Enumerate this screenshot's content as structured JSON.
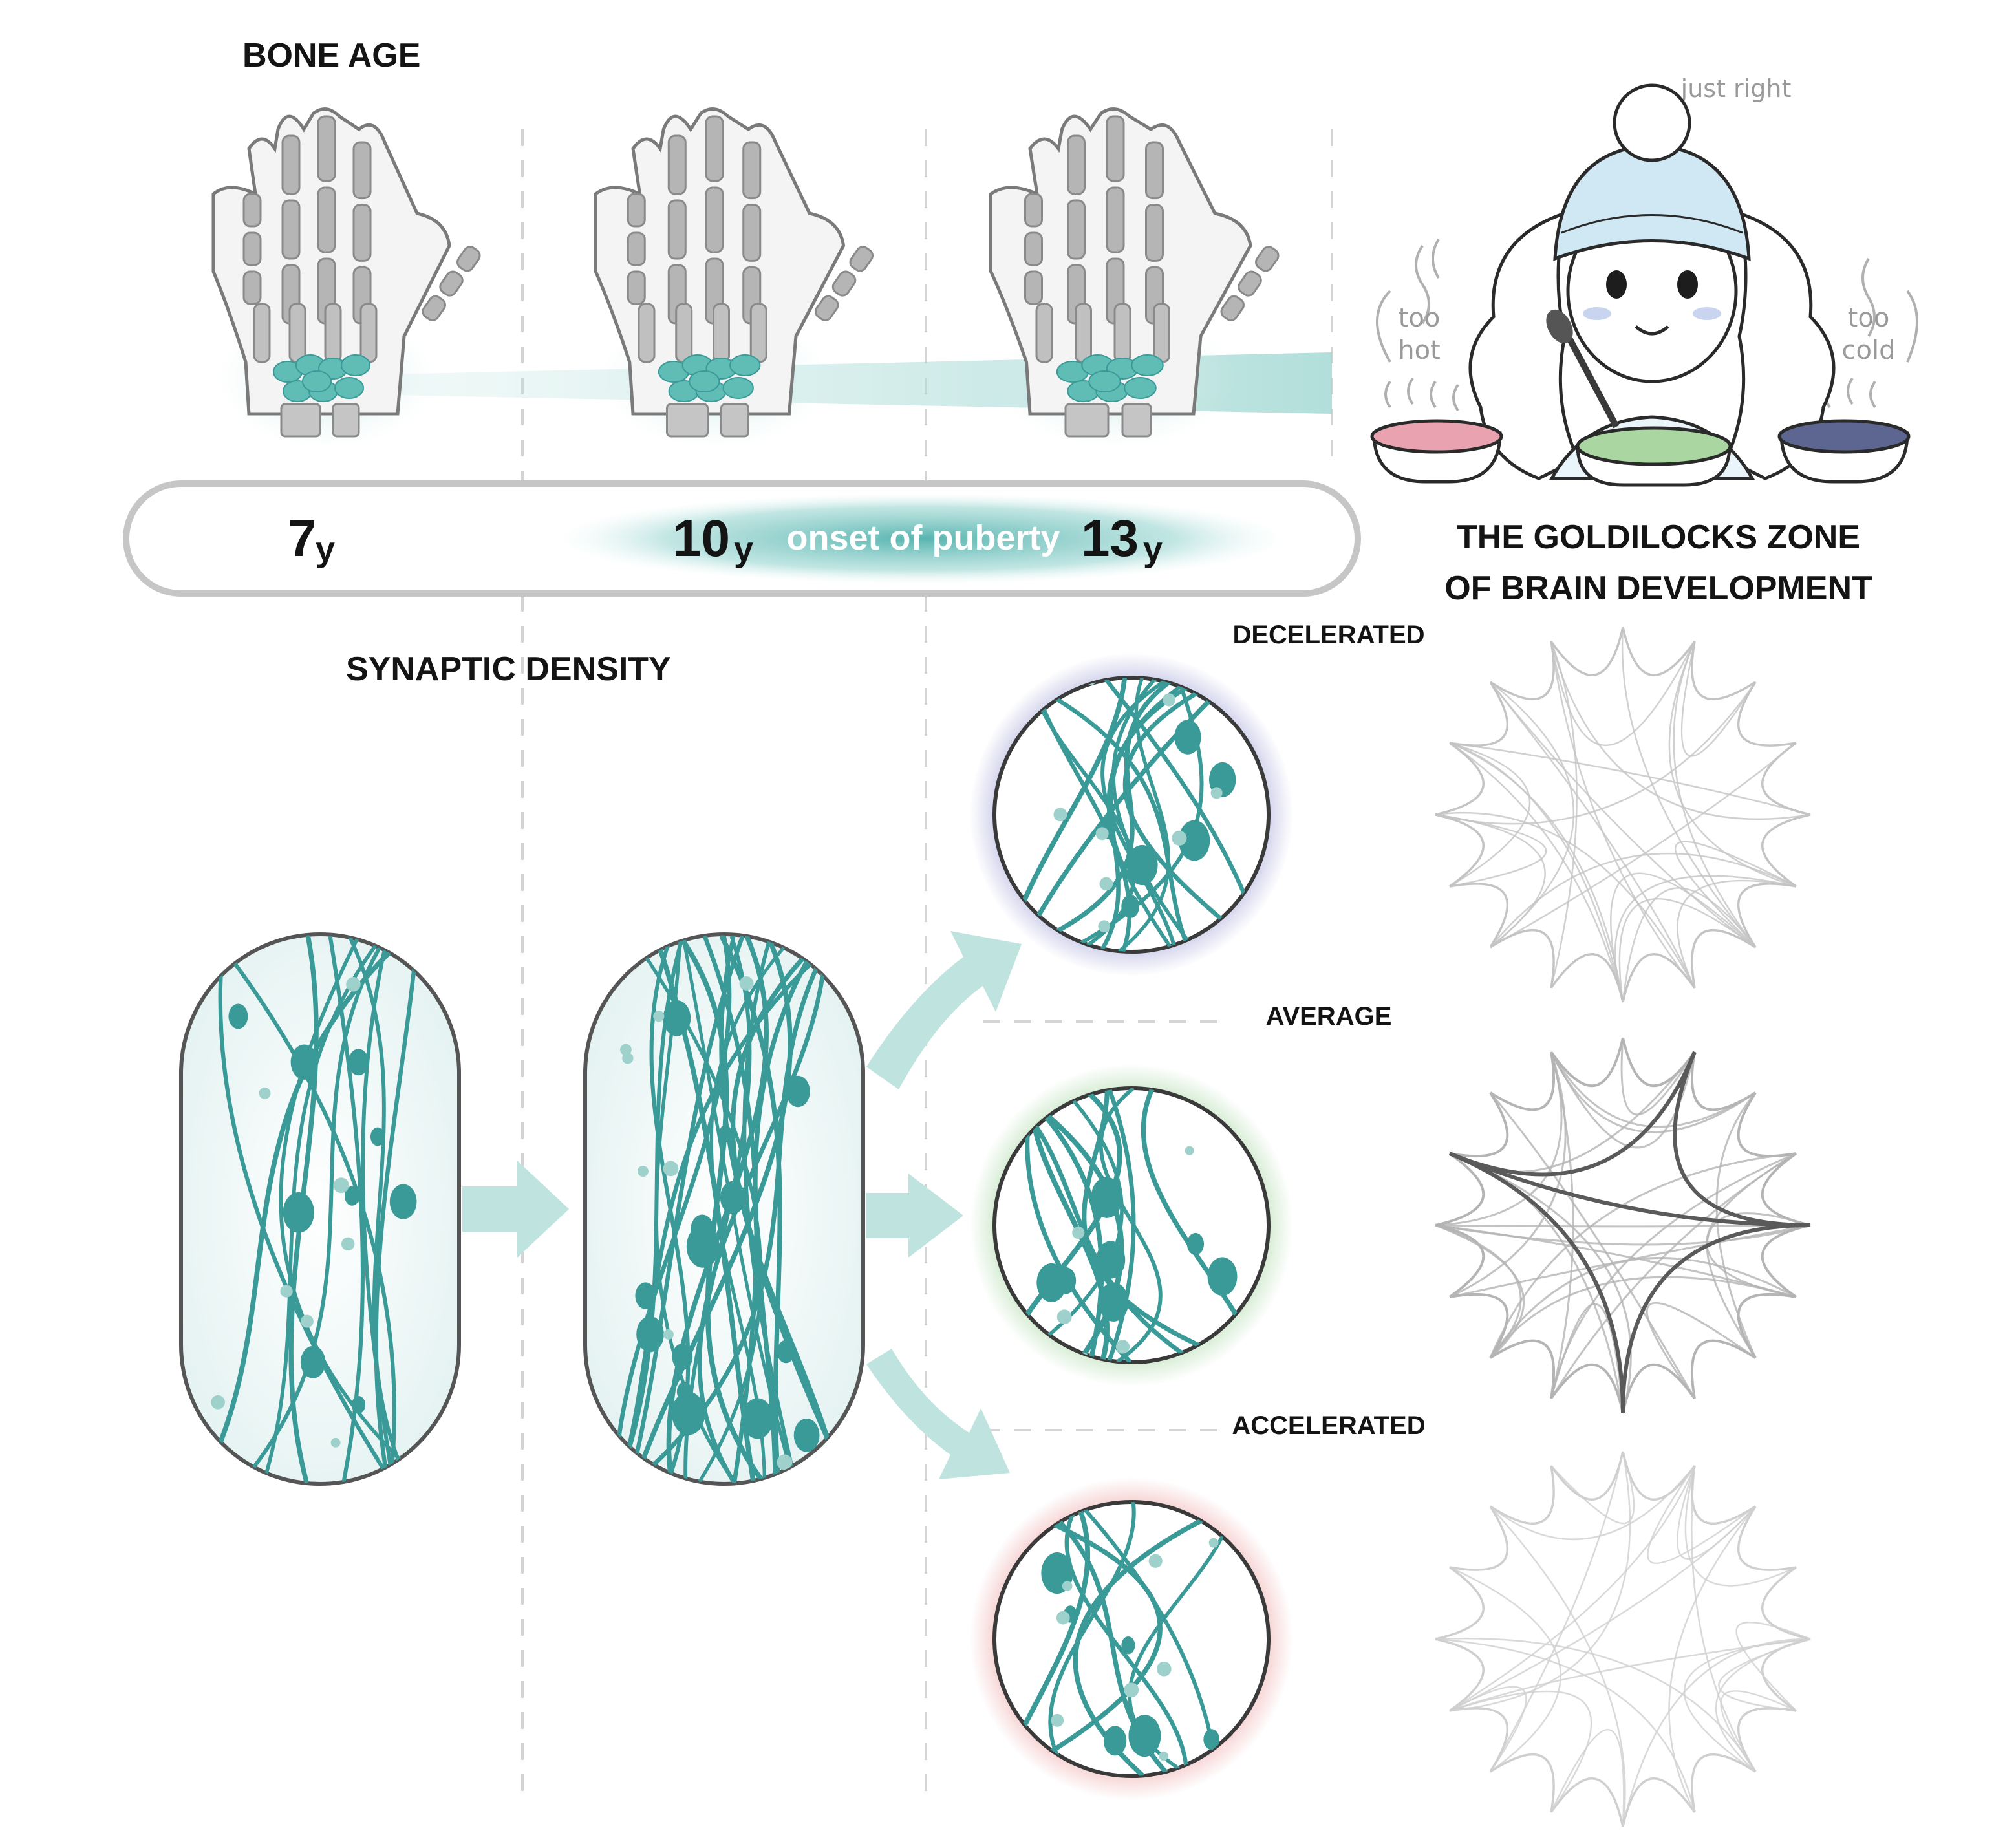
{
  "sections": {
    "bone_age": "BONE AGE",
    "synaptic_density": "SYNAPTIC DENSITY",
    "goldilocks_line1": "THE GOLDILOCKS ZONE",
    "goldilocks_line2": "OF BRAIN DEVELOPMENT"
  },
  "timeline": {
    "age7_num": "7",
    "age10_num": "10",
    "age13_num": "13",
    "unit": "y",
    "onset": "onset of puberty"
  },
  "trajectories": {
    "decelerated": "DECELERATED",
    "average": "AVERAGE",
    "accelerated": "ACCELERATED"
  },
  "goldilocks_story": {
    "just_right": "just right",
    "too_hot_1": "too",
    "too_hot_2": "hot",
    "too_cold_1": "too",
    "too_cold_2": "cold"
  },
  "colors": {
    "teal": "#3a9a98",
    "teal_light": "#b9e1de",
    "decelerated_glow": "#8f8fd0",
    "average_glow": "#9fd39a",
    "accelerated_glow": "#ec9a9a",
    "bowl_hot": "#e9a3b0",
    "bowl_right": "#a9d6a1",
    "bowl_cold": "#5d6690"
  }
}
